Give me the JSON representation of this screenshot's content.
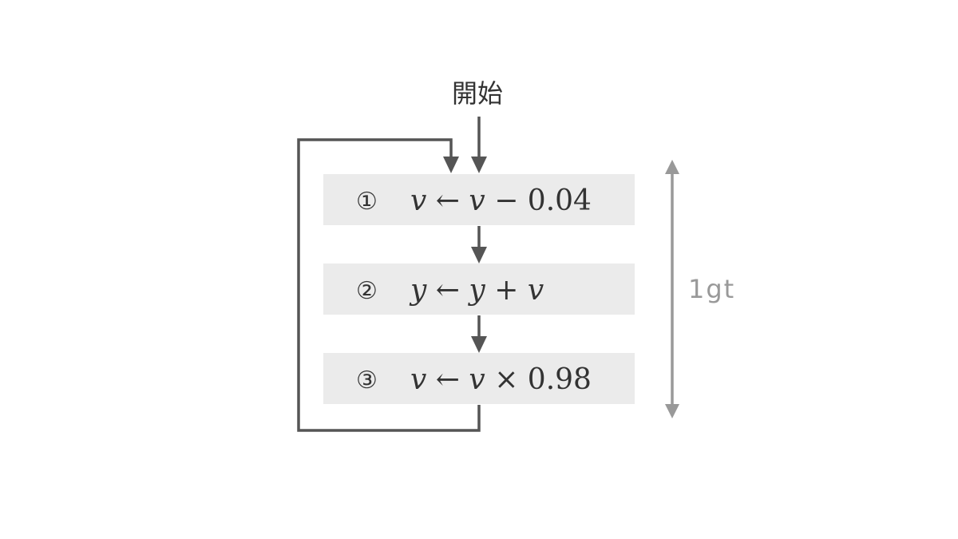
{
  "diagram": {
    "start_label": "開始",
    "steps": [
      {
        "number": "①",
        "formula": [
          {
            "text": "v",
            "italic": true
          },
          {
            "text": " ← ",
            "italic": false
          },
          {
            "text": "v",
            "italic": true
          },
          {
            "text": " − 0.04",
            "italic": false
          }
        ]
      },
      {
        "number": "②",
        "formula": [
          {
            "text": "y",
            "italic": true
          },
          {
            "text": " ← ",
            "italic": false
          },
          {
            "text": "y",
            "italic": true
          },
          {
            "text": " + ",
            "italic": false
          },
          {
            "text": "v",
            "italic": true
          }
        ]
      },
      {
        "number": "③",
        "formula": [
          {
            "text": "v",
            "italic": true
          },
          {
            "text": " ← ",
            "italic": false
          },
          {
            "text": "v",
            "italic": true
          },
          {
            "text": " × 0.98",
            "italic": false
          }
        ]
      }
    ],
    "span_label": "1gt",
    "colors": {
      "box_fill": "#ebebeb",
      "flow_arrow": "#555555",
      "span_arrow": "#999999",
      "text": "#333333"
    }
  }
}
